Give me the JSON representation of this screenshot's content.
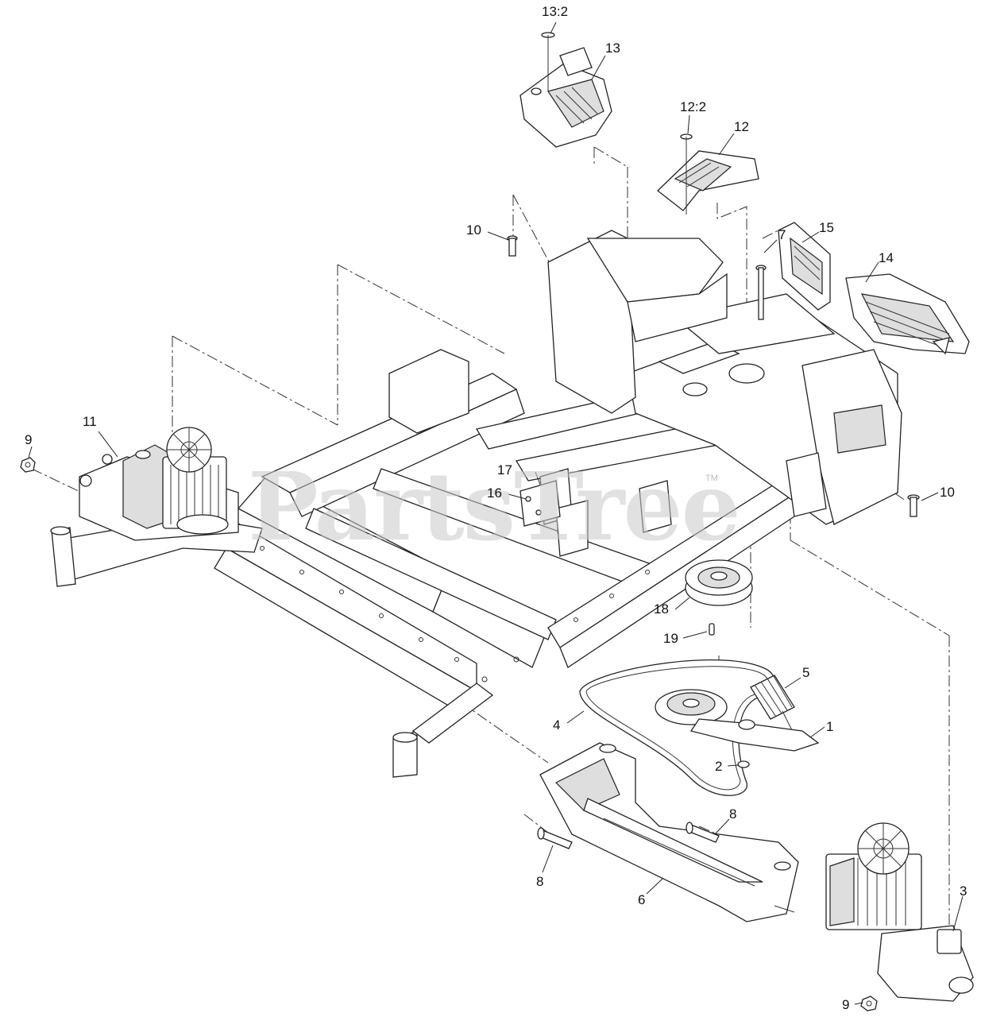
{
  "watermark": {
    "text": "PartsTree",
    "mark": "TM"
  },
  "callouts": [
    {
      "text": "13:2"
    },
    {
      "text": "13"
    },
    {
      "text": "12:2"
    },
    {
      "text": "12"
    },
    {
      "text": "10"
    },
    {
      "text": "15"
    },
    {
      "text": "14"
    },
    {
      "text": "7"
    },
    {
      "text": "11"
    },
    {
      "text": "9"
    },
    {
      "text": "17"
    },
    {
      "text": "16"
    },
    {
      "text": "10"
    },
    {
      "text": "18"
    },
    {
      "text": "19"
    },
    {
      "text": "5"
    },
    {
      "text": "4"
    },
    {
      "text": "1"
    },
    {
      "text": "2"
    },
    {
      "text": "8"
    },
    {
      "text": "8"
    },
    {
      "text": "6"
    },
    {
      "text": "3"
    },
    {
      "text": "9"
    }
  ]
}
